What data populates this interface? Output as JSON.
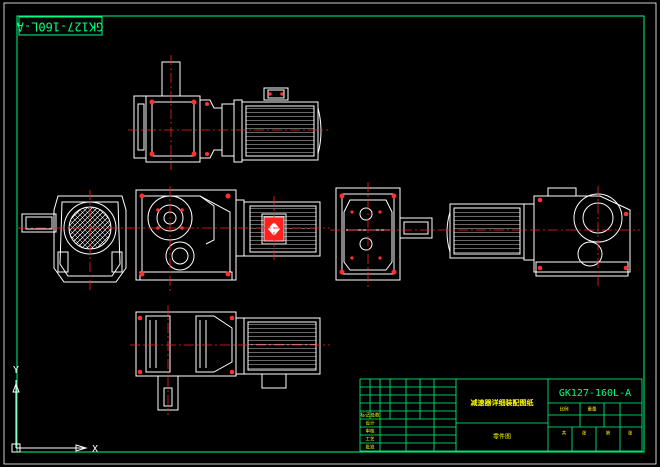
{
  "drawing": {
    "code_rotated": "GK127-160L-A",
    "code": "GK127-160L-A",
    "title_block": {
      "title_cn": "减速器详细装配图纸",
      "subtitle_cn": "零件图",
      "small_cells": [
        "标记",
        "处数",
        "设计",
        "审核",
        "工艺",
        "批准",
        "比例",
        "重量",
        "共",
        "张",
        "第",
        "张"
      ]
    },
    "ucs": {
      "x_label": "X",
      "y_label": "Y"
    },
    "colors": {
      "background": "#000000",
      "outline": "#ffffff",
      "center_line": "#ff2020",
      "border": "#00ff80",
      "title_text": "#ffff00",
      "table_line": "#00ff80"
    }
  }
}
